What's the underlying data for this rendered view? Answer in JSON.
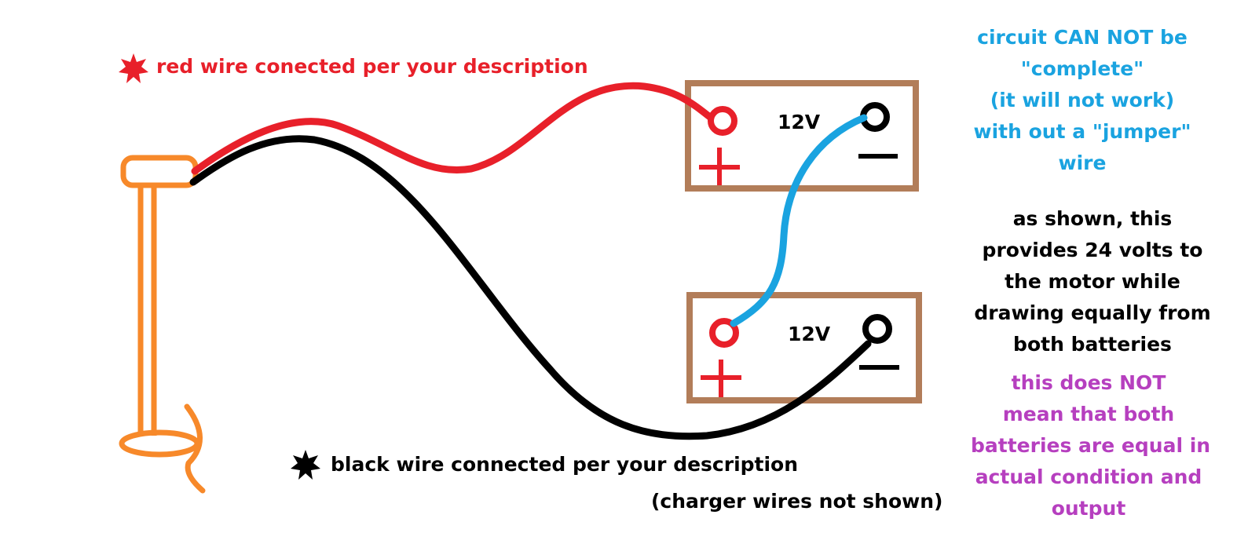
{
  "labels": {
    "red_wire": "red wire conected per your description",
    "black_wire": "black wire connected per your description",
    "charger_note": "(charger wires not shown)"
  },
  "batteries": [
    {
      "voltage": "12V"
    },
    {
      "voltage": "12V"
    }
  ],
  "notes": {
    "circuit_lines": [
      "circuit CAN NOT be",
      "\"complete\"",
      "(it will not work)",
      "with out a \"jumper\"",
      "wire"
    ],
    "shown_lines": [
      "as shown, this",
      "provides 24 volts to",
      "the motor while",
      "drawing equally from",
      "both batteries"
    ],
    "warning_lines": [
      "this does NOT",
      "mean that both",
      "batteries are equal in",
      "actual condition and",
      "output"
    ]
  },
  "colors": {
    "red": "#e8202a",
    "black": "#000000",
    "blue": "#1aa3e0",
    "orange": "#f7892a",
    "brown": "#b27d59",
    "purple": "#b63fbf"
  }
}
